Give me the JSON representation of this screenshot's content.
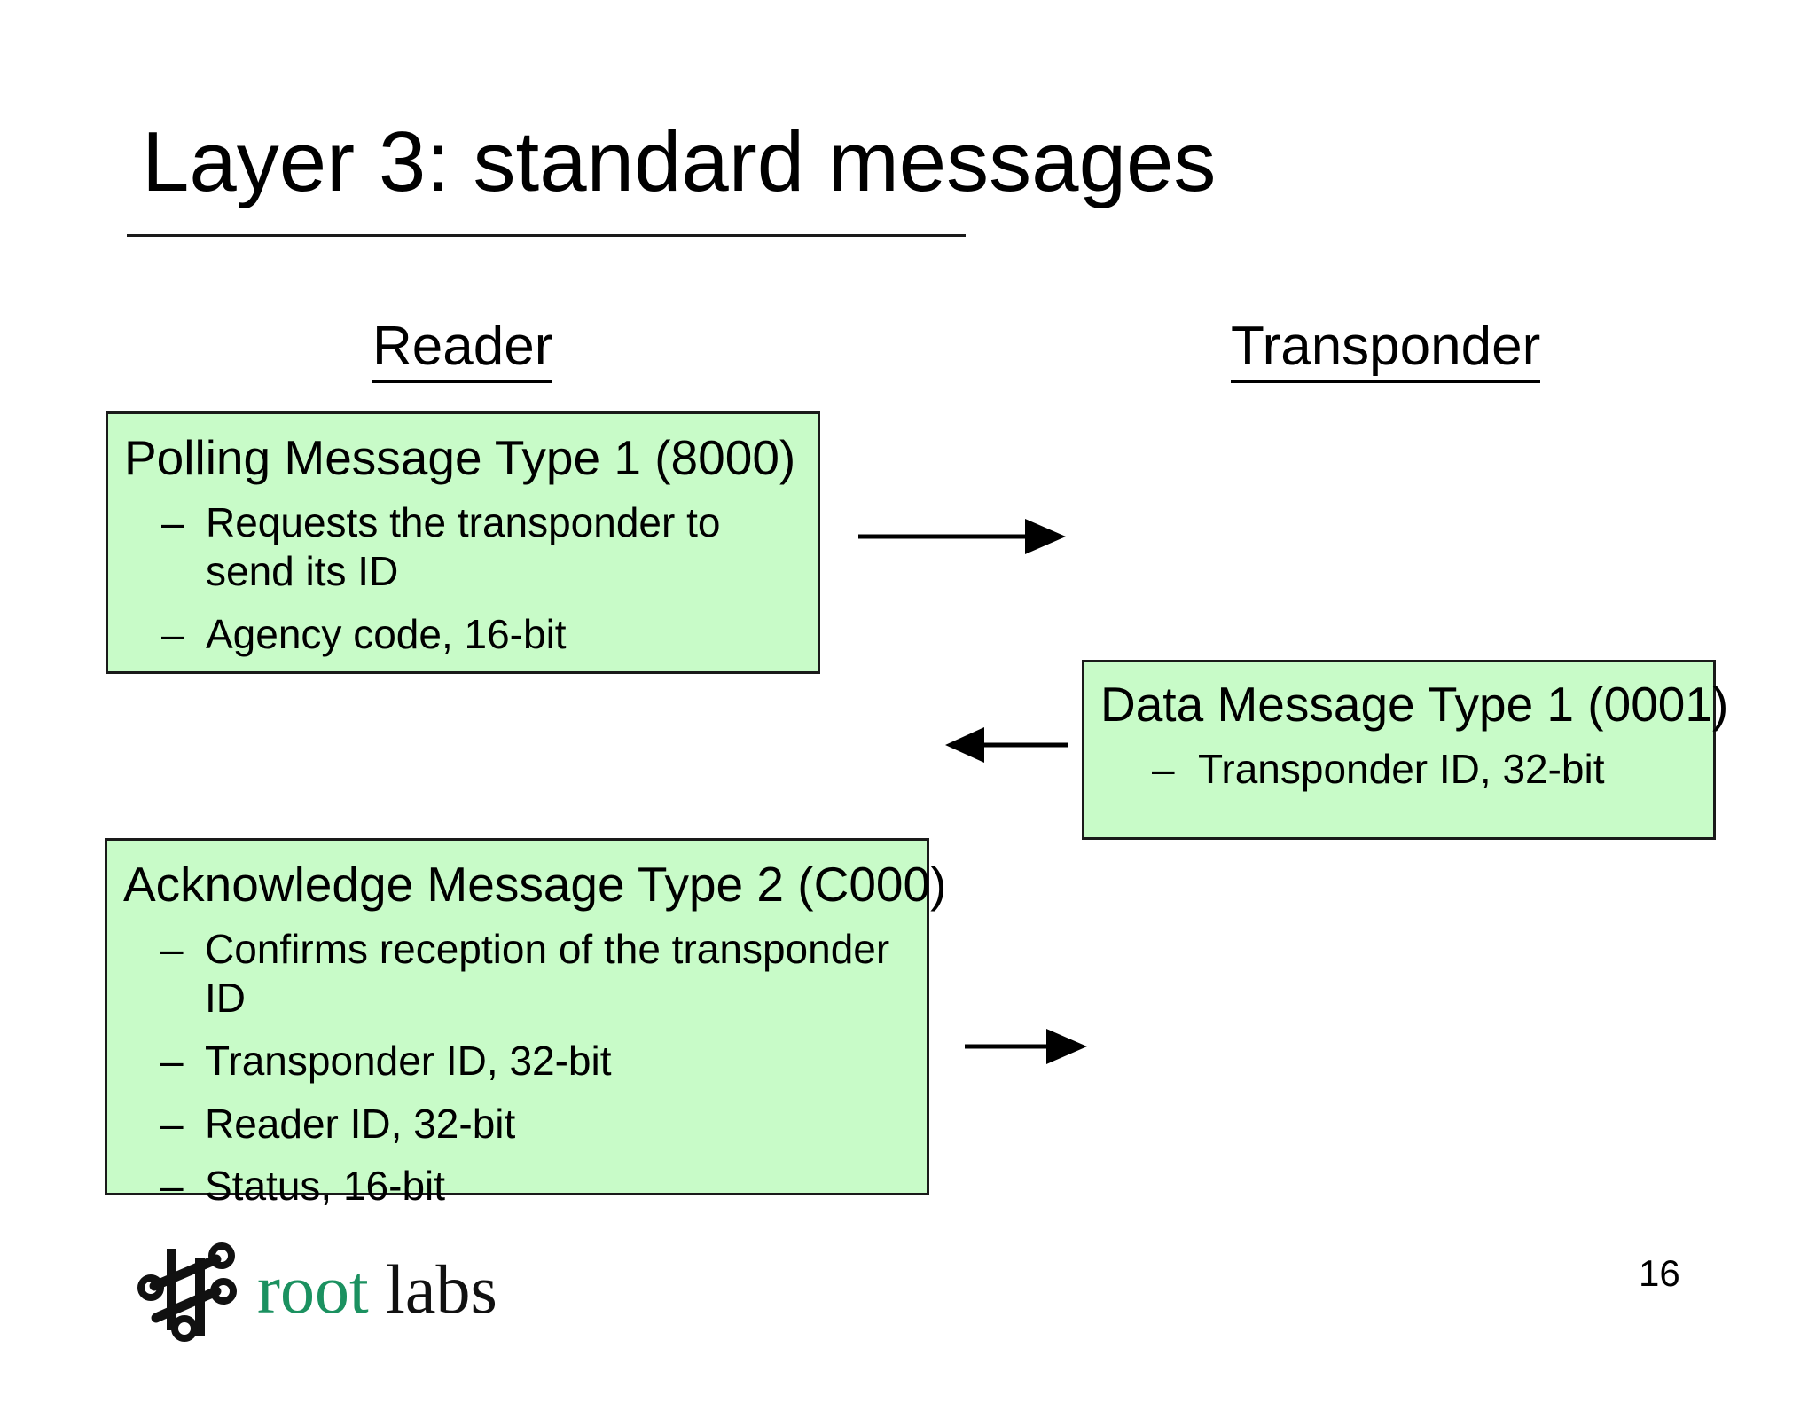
{
  "slide": {
    "title": "Layer 3: standard messages",
    "page_number": "16",
    "box_fill_color": "#c8fbc8",
    "border_color": "#1a1a1a"
  },
  "columns": {
    "left_header": "Reader",
    "right_header": "Transponder"
  },
  "messages": [
    {
      "id": "polling",
      "title": "Polling Message Type 1 (8000)",
      "bullets": [
        "Requests the transponder to send its ID",
        "Agency code, 16-bit"
      ]
    },
    {
      "id": "data",
      "title": "Data Message Type 1 (0001)",
      "bullets": [
        "Transponder ID, 32-bit"
      ]
    },
    {
      "id": "acknowledge",
      "title": "Acknowledge Message Type 2 (C000)",
      "bullets": [
        "Confirms reception of the transponder ID",
        "Transponder ID, 32-bit",
        "Reader ID, 32-bit",
        "Status, 16-bit"
      ]
    }
  ],
  "bullet_dash": "–",
  "arrows": [
    {
      "id": "poll-request",
      "direction": "right"
    },
    {
      "id": "data-response",
      "direction": "left"
    },
    {
      "id": "ack-send",
      "direction": "right"
    }
  ],
  "logo": {
    "word_one": "root",
    "word_two": "labs",
    "word_one_color": "#1b9160",
    "word_two_color": "#111111"
  }
}
